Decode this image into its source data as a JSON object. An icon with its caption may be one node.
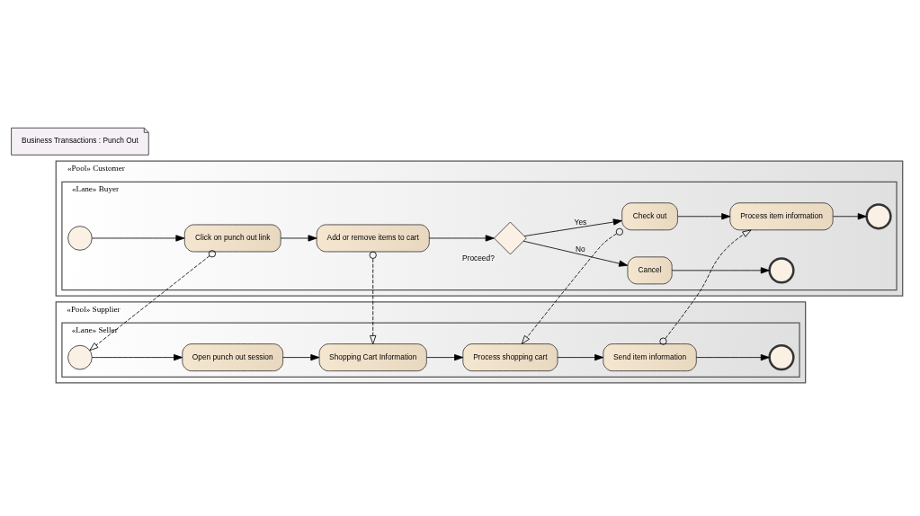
{
  "diagram": {
    "nodes": [
      {
        "text": [
          "«Pool» Customer"
        ]
      },
      {
        "text": [
          "«Lane» Buyer"
        ],
        "in": 0
      },
      {
        "text": [],
        "shape": "circle",
        "in": 1
      },
      {
        "text": [
          "Click on punch out link"
        ],
        "in": 1
      },
      {
        "text": [
          "Add or remove items to cart"
        ],
        "in": 1
      },
      {
        "text": [],
        "shape": "diamond",
        "beside": [
          "Proceed?"
        ],
        "in": 1
      },
      {
        "text": [
          "Cancel"
        ],
        "in": 1
      },
      {
        "text": [],
        "shape": "circle",
        "in": 1
      },
      {
        "text": [
          "Check out"
        ],
        "in": 1
      },
      {
        "text": [
          "Process item information"
        ],
        "in": 1
      },
      {
        "text": [],
        "shape": "circle",
        "in": 1
      },
      {
        "text": [
          "«Pool» Supplier"
        ]
      },
      {
        "text": [
          "«Lane» Seller"
        ],
        "in": 11
      },
      {
        "text": [],
        "shape": "circle",
        "in": 12
      },
      {
        "text": [
          "Open punch out session"
        ],
        "in": 12
      },
      {
        "text": [
          "Shopping Cart Information"
        ],
        "in": 12
      },
      {
        "text": [
          "Process shopping cart"
        ],
        "in": 12
      },
      {
        "text": [
          "Send item information"
        ],
        "in": 12
      },
      {
        "text": [],
        "shape": "circle",
        "in": 12
      },
      {
        "text": [
          "Business Transactions : Punch Out"
        ]
      }
    ],
    "edges": [
      {
        "from": 2,
        "to": 3,
        "arrow": "to"
      },
      {
        "from": 3,
        "to": 4,
        "arrow": "to"
      },
      {
        "from": 4,
        "to": 5,
        "arrow": "to"
      },
      {
        "from": 5,
        "to": 6,
        "arrow": "to",
        "label": "No"
      },
      {
        "from": 5,
        "to": 8,
        "arrow": "to",
        "label": "Yes"
      },
      {
        "from": 6,
        "to": 7,
        "arrow": "to"
      },
      {
        "from": 8,
        "to": 9,
        "arrow": "to"
      },
      {
        "from": 9,
        "to": 10,
        "arrow": "to"
      },
      {
        "from": 13,
        "to": 14,
        "arrow": "to"
      },
      {
        "from": 14,
        "to": 15,
        "arrow": "to"
      },
      {
        "from": 15,
        "to": 16,
        "arrow": "to"
      },
      {
        "from": 16,
        "to": 17,
        "arrow": "to"
      },
      {
        "from": 17,
        "to": 18,
        "arrow": "to"
      },
      {
        "from": 3,
        "to": 13,
        "arrow": "to",
        "style": "dashed"
      },
      {
        "from": 4,
        "to": 15,
        "arrow": "to",
        "style": "dashed"
      },
      {
        "from": 8,
        "to": 16,
        "arrow": "to",
        "style": "dashed"
      },
      {
        "from": 17,
        "to": 9,
        "arrow": "to",
        "style": "dashed"
      }
    ]
  }
}
